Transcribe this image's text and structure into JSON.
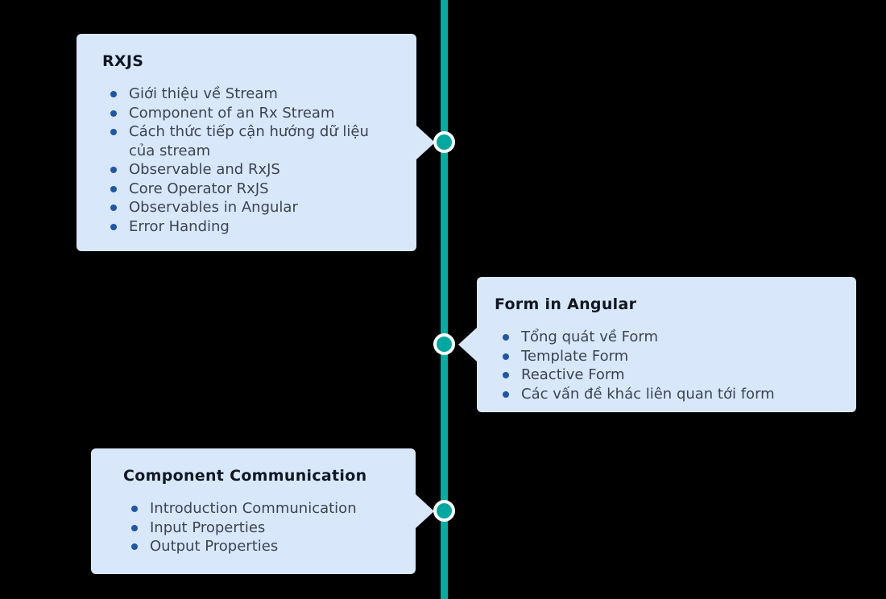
{
  "page": {
    "background": "#000000"
  },
  "timeline": {
    "line_color": "#00AEA4",
    "node_fill": "#00A9A0",
    "node_ring": "#FFFFFF"
  },
  "colors": {
    "card_bg": "#D9E7FB",
    "title_text": "#0F1722",
    "item_text": "#3C4452",
    "bullet": "#1E56A8"
  },
  "cards": [
    {
      "id": "rxjs",
      "side": "left",
      "title": "RXJS",
      "items": [
        "Giới thiệu về Stream",
        "Component of an Rx Stream",
        "Cách thức tiếp cận hướng dữ liệu của stream",
        "Observable and RxJS",
        "Core Operator RxJS",
        "Observables in Angular",
        "Error Handing"
      ]
    },
    {
      "id": "form-in-angular",
      "side": "right",
      "title": "Form in Angular",
      "items": [
        "Tổng quát về Form",
        "Template Form",
        "Reactive Form",
        "Các vấn đề khác liên quan tới form"
      ]
    },
    {
      "id": "component-communication",
      "side": "left",
      "title": "Component Communication",
      "items": [
        "Introduction Communication",
        "Input Properties",
        "Output Properties"
      ]
    }
  ]
}
